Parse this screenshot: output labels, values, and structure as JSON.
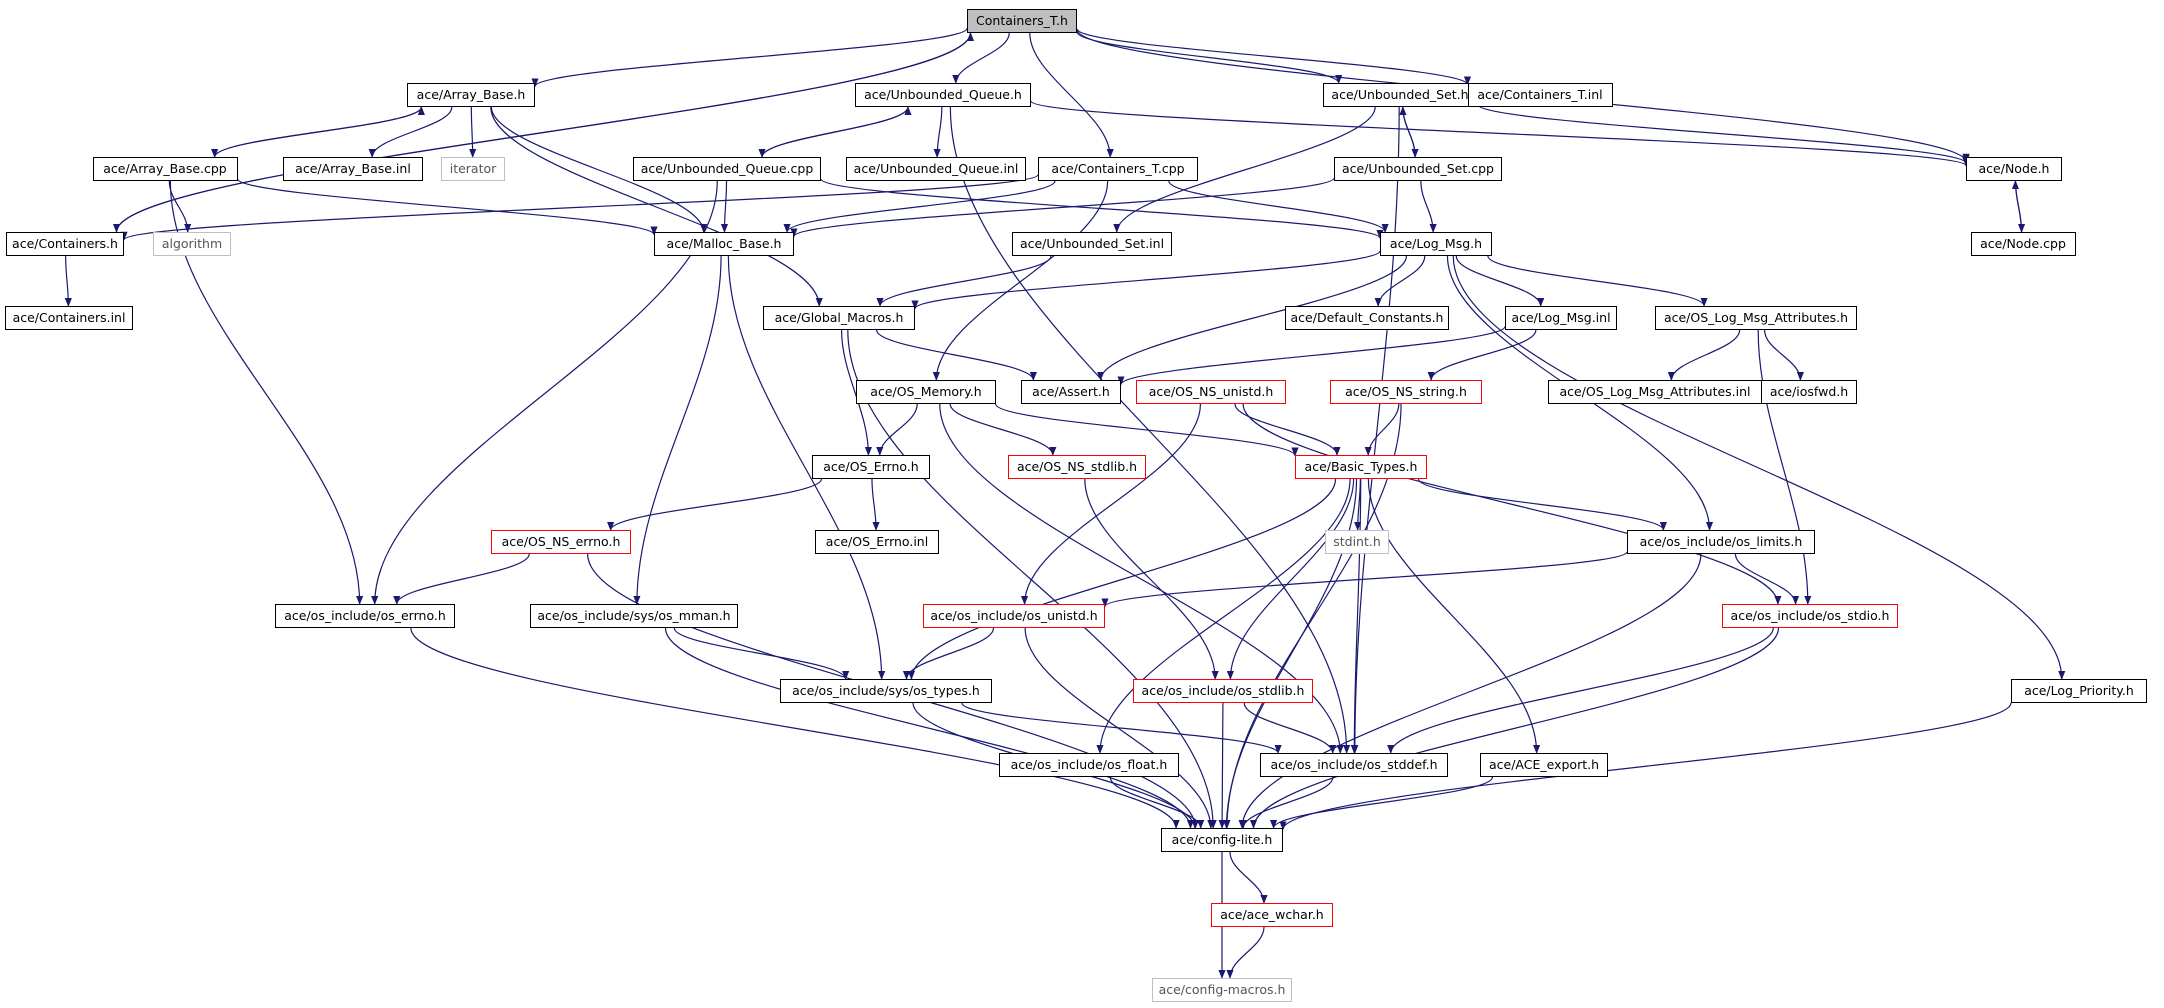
{
  "diagram": {
    "root": "Containers_T.h",
    "nodes": [
      {
        "id": "containers_t_h",
        "label": "Containers_T.h",
        "kind": "root"
      },
      {
        "id": "array_base_h",
        "label": "ace/Array_Base.h",
        "kind": "normal"
      },
      {
        "id": "unbounded_queue_h",
        "label": "ace/Unbounded_Queue.h",
        "kind": "normal"
      },
      {
        "id": "unbounded_set_h",
        "label": "ace/Unbounded_Set.h",
        "kind": "normal"
      },
      {
        "id": "containers_t_inl",
        "label": "ace/Containers_T.inl",
        "kind": "normal"
      },
      {
        "id": "array_base_cpp",
        "label": "ace/Array_Base.cpp",
        "kind": "normal"
      },
      {
        "id": "array_base_inl",
        "label": "ace/Array_Base.inl",
        "kind": "normal"
      },
      {
        "id": "iterator",
        "label": "iterator",
        "kind": "external"
      },
      {
        "id": "unbounded_queue_cpp",
        "label": "ace/Unbounded_Queue.cpp",
        "kind": "normal"
      },
      {
        "id": "unbounded_queue_inl",
        "label": "ace/Unbounded_Queue.inl",
        "kind": "normal"
      },
      {
        "id": "containers_t_cpp",
        "label": "ace/Containers_T.cpp",
        "kind": "normal"
      },
      {
        "id": "unbounded_set_cpp",
        "label": "ace/Unbounded_Set.cpp",
        "kind": "normal"
      },
      {
        "id": "node_h",
        "label": "ace/Node.h",
        "kind": "normal"
      },
      {
        "id": "containers_h",
        "label": "ace/Containers.h",
        "kind": "normal"
      },
      {
        "id": "algorithm",
        "label": "algorithm",
        "kind": "external"
      },
      {
        "id": "malloc_base_h",
        "label": "ace/Malloc_Base.h",
        "kind": "normal"
      },
      {
        "id": "unbounded_set_inl",
        "label": "ace/Unbounded_Set.inl",
        "kind": "normal"
      },
      {
        "id": "log_msg_h",
        "label": "ace/Log_Msg.h",
        "kind": "normal"
      },
      {
        "id": "node_cpp",
        "label": "ace/Node.cpp",
        "kind": "normal"
      },
      {
        "id": "containers_inl",
        "label": "ace/Containers.inl",
        "kind": "normal"
      },
      {
        "id": "global_macros_h",
        "label": "ace/Global_Macros.h",
        "kind": "normal"
      },
      {
        "id": "default_constants_h",
        "label": "ace/Default_Constants.h",
        "kind": "normal"
      },
      {
        "id": "log_msg_inl",
        "label": "ace/Log_Msg.inl",
        "kind": "normal"
      },
      {
        "id": "os_log_msg_attributes_h",
        "label": "ace/OS_Log_Msg_Attributes.h",
        "kind": "normal"
      },
      {
        "id": "os_memory_h",
        "label": "ace/OS_Memory.h",
        "kind": "normal"
      },
      {
        "id": "assert_h",
        "label": "ace/Assert.h",
        "kind": "normal"
      },
      {
        "id": "os_ns_unistd_h",
        "label": "ace/OS_NS_unistd.h",
        "kind": "truncated"
      },
      {
        "id": "os_ns_string_h",
        "label": "ace/OS_NS_string.h",
        "kind": "truncated"
      },
      {
        "id": "os_log_msg_attributes_inl",
        "label": "ace/OS_Log_Msg_Attributes.inl",
        "kind": "normal"
      },
      {
        "id": "iosfwd_h",
        "label": "ace/iosfwd.h",
        "kind": "normal"
      },
      {
        "id": "os_errno_h",
        "label": "ace/OS_Errno.h",
        "kind": "normal"
      },
      {
        "id": "os_ns_stdlib_h",
        "label": "ace/OS_NS_stdlib.h",
        "kind": "truncated"
      },
      {
        "id": "basic_types_h",
        "label": "ace/Basic_Types.h",
        "kind": "truncated"
      },
      {
        "id": "os_ns_errno_h",
        "label": "ace/OS_NS_errno.h",
        "kind": "truncated"
      },
      {
        "id": "os_errno_inl",
        "label": "ace/OS_Errno.inl",
        "kind": "normal"
      },
      {
        "id": "stdint_h",
        "label": "stdint.h",
        "kind": "external"
      },
      {
        "id": "os_limits_h",
        "label": "ace/os_include/os_limits.h",
        "kind": "normal"
      },
      {
        "id": "os_include_errno_h",
        "label": "ace/os_include/os_errno.h",
        "kind": "normal"
      },
      {
        "id": "os_mman_h",
        "label": "ace/os_include/sys/os_mman.h",
        "kind": "normal"
      },
      {
        "id": "os_include_unistd_h",
        "label": "ace/os_include/os_unistd.h",
        "kind": "truncated"
      },
      {
        "id": "os_include_stdio_h",
        "label": "ace/os_include/os_stdio.h",
        "kind": "truncated"
      },
      {
        "id": "os_types_h",
        "label": "ace/os_include/sys/os_types.h",
        "kind": "normal"
      },
      {
        "id": "os_include_stdlib_h",
        "label": "ace/os_include/os_stdlib.h",
        "kind": "truncated"
      },
      {
        "id": "log_priority_h",
        "label": "ace/Log_Priority.h",
        "kind": "normal"
      },
      {
        "id": "os_float_h",
        "label": "ace/os_include/os_float.h",
        "kind": "normal"
      },
      {
        "id": "os_stddef_h",
        "label": "ace/os_include/os_stddef.h",
        "kind": "normal"
      },
      {
        "id": "ace_export_h",
        "label": "ace/ACE_export.h",
        "kind": "normal"
      },
      {
        "id": "config_lite_h",
        "label": "ace/config-lite.h",
        "kind": "normal"
      },
      {
        "id": "ace_wchar_h",
        "label": "ace/ace_wchar.h",
        "kind": "truncated"
      },
      {
        "id": "config_macros_h",
        "label": "ace/config-macros.h",
        "kind": "external"
      }
    ],
    "edges": [
      [
        "containers_t_h",
        "array_base_h"
      ],
      [
        "containers_t_h",
        "unbounded_queue_h"
      ],
      [
        "containers_t_h",
        "containers_t_cpp"
      ],
      [
        "containers_t_h",
        "unbounded_set_h"
      ],
      [
        "containers_t_h",
        "containers_t_inl"
      ],
      [
        "containers_t_h",
        "node_h"
      ],
      [
        "containers_t_h",
        "containers_h"
      ],
      [
        "array_base_h",
        "array_base_cpp"
      ],
      [
        "array_base_h",
        "array_base_inl"
      ],
      [
        "array_base_h",
        "iterator"
      ],
      [
        "array_base_h",
        "malloc_base_h"
      ],
      [
        "array_base_h",
        "global_macros_h"
      ],
      [
        "array_base_cpp",
        "array_base_h"
      ],
      [
        "array_base_cpp",
        "algorithm"
      ],
      [
        "array_base_cpp",
        "malloc_base_h"
      ],
      [
        "array_base_cpp",
        "os_include_errno_h"
      ],
      [
        "containers_h",
        "containers_t_h"
      ],
      [
        "containers_h",
        "containers_inl"
      ],
      [
        "unbounded_queue_h",
        "unbounded_queue_cpp"
      ],
      [
        "unbounded_queue_h",
        "unbounded_queue_inl"
      ],
      [
        "unbounded_queue_h",
        "node_h"
      ],
      [
        "unbounded_queue_h",
        "os_stddef_h"
      ],
      [
        "unbounded_queue_cpp",
        "unbounded_queue_h"
      ],
      [
        "unbounded_queue_cpp",
        "malloc_base_h"
      ],
      [
        "unbounded_queue_cpp",
        "log_msg_h"
      ],
      [
        "unbounded_queue_cpp",
        "os_include_errno_h"
      ],
      [
        "containers_t_cpp",
        "containers_h"
      ],
      [
        "containers_t_cpp",
        "malloc_base_h"
      ],
      [
        "containers_t_cpp",
        "log_msg_h"
      ],
      [
        "containers_t_cpp",
        "os_memory_h"
      ],
      [
        "unbounded_set_h",
        "unbounded_set_cpp"
      ],
      [
        "unbounded_set_h",
        "unbounded_set_inl"
      ],
      [
        "unbounded_set_h",
        "node_h"
      ],
      [
        "unbounded_set_h",
        "os_stddef_h"
      ],
      [
        "unbounded_set_cpp",
        "unbounded_set_h"
      ],
      [
        "unbounded_set_cpp",
        "malloc_base_h"
      ],
      [
        "unbounded_set_cpp",
        "log_msg_h"
      ],
      [
        "node_h",
        "node_cpp"
      ],
      [
        "node_cpp",
        "node_h"
      ],
      [
        "malloc_base_h",
        "os_types_h"
      ],
      [
        "malloc_base_h",
        "os_mman_h"
      ],
      [
        "unbounded_set_inl",
        "global_macros_h"
      ],
      [
        "log_msg_h",
        "global_macros_h"
      ],
      [
        "log_msg_h",
        "default_constants_h"
      ],
      [
        "log_msg_h",
        "log_msg_inl"
      ],
      [
        "log_msg_h",
        "os_log_msg_attributes_h"
      ],
      [
        "log_msg_h",
        "log_priority_h"
      ],
      [
        "log_msg_h",
        "os_limits_h"
      ],
      [
        "log_msg_h",
        "assert_h"
      ],
      [
        "log_msg_inl",
        "os_ns_string_h"
      ],
      [
        "log_msg_inl",
        "assert_h"
      ],
      [
        "os_log_msg_attributes_h",
        "os_log_msg_attributes_inl"
      ],
      [
        "os_log_msg_attributes_h",
        "iosfwd_h"
      ],
      [
        "os_log_msg_attributes_h",
        "os_include_stdio_h"
      ],
      [
        "global_macros_h",
        "assert_h"
      ],
      [
        "global_macros_h",
        "os_errno_h"
      ],
      [
        "global_macros_h",
        "config_lite_h"
      ],
      [
        "os_memory_h",
        "os_errno_h"
      ],
      [
        "os_memory_h",
        "os_ns_stdlib_h"
      ],
      [
        "os_memory_h",
        "basic_types_h"
      ],
      [
        "os_memory_h",
        "os_stddef_h"
      ],
      [
        "os_ns_unistd_h",
        "basic_types_h"
      ],
      [
        "os_ns_unistd_h",
        "os_include_unistd_h"
      ],
      [
        "os_ns_unistd_h",
        "os_include_stdio_h"
      ],
      [
        "os_ns_string_h",
        "basic_types_h"
      ],
      [
        "os_ns_string_h",
        "config_lite_h"
      ],
      [
        "os_errno_h",
        "os_ns_errno_h"
      ],
      [
        "os_errno_h",
        "os_errno_inl"
      ],
      [
        "os_ns_stdlib_h",
        "os_include_stdlib_h"
      ],
      [
        "basic_types_h",
        "stdint_h"
      ],
      [
        "basic_types_h",
        "os_limits_h"
      ],
      [
        "basic_types_h",
        "os_types_h"
      ],
      [
        "basic_types_h",
        "os_include_stdlib_h"
      ],
      [
        "basic_types_h",
        "os_float_h"
      ],
      [
        "basic_types_h",
        "os_stddef_h"
      ],
      [
        "basic_types_h",
        "ace_export_h"
      ],
      [
        "basic_types_h",
        "config_lite_h"
      ],
      [
        "os_ns_errno_h",
        "os_include_errno_h"
      ],
      [
        "os_ns_errno_h",
        "config_lite_h"
      ],
      [
        "os_limits_h",
        "os_include_unistd_h"
      ],
      [
        "os_limits_h",
        "os_include_stdio_h"
      ],
      [
        "os_limits_h",
        "config_lite_h"
      ],
      [
        "os_include_errno_h",
        "config_lite_h"
      ],
      [
        "os_mman_h",
        "os_types_h"
      ],
      [
        "os_mman_h",
        "config_lite_h"
      ],
      [
        "os_include_unistd_h",
        "os_types_h"
      ],
      [
        "os_include_unistd_h",
        "config_lite_h"
      ],
      [
        "os_include_stdio_h",
        "os_stddef_h"
      ],
      [
        "os_include_stdio_h",
        "config_lite_h"
      ],
      [
        "os_types_h",
        "os_stddef_h"
      ],
      [
        "os_types_h",
        "config_lite_h"
      ],
      [
        "os_include_stdlib_h",
        "os_stddef_h"
      ],
      [
        "os_include_stdlib_h",
        "config_lite_h"
      ],
      [
        "log_priority_h",
        "config_lite_h"
      ],
      [
        "os_float_h",
        "config_lite_h"
      ],
      [
        "os_stddef_h",
        "config_lite_h"
      ],
      [
        "ace_export_h",
        "config_lite_h"
      ],
      [
        "config_lite_h",
        "ace_wchar_h"
      ],
      [
        "config_lite_h",
        "config_macros_h"
      ],
      [
        "ace_wchar_h",
        "config_macros_h"
      ]
    ]
  }
}
